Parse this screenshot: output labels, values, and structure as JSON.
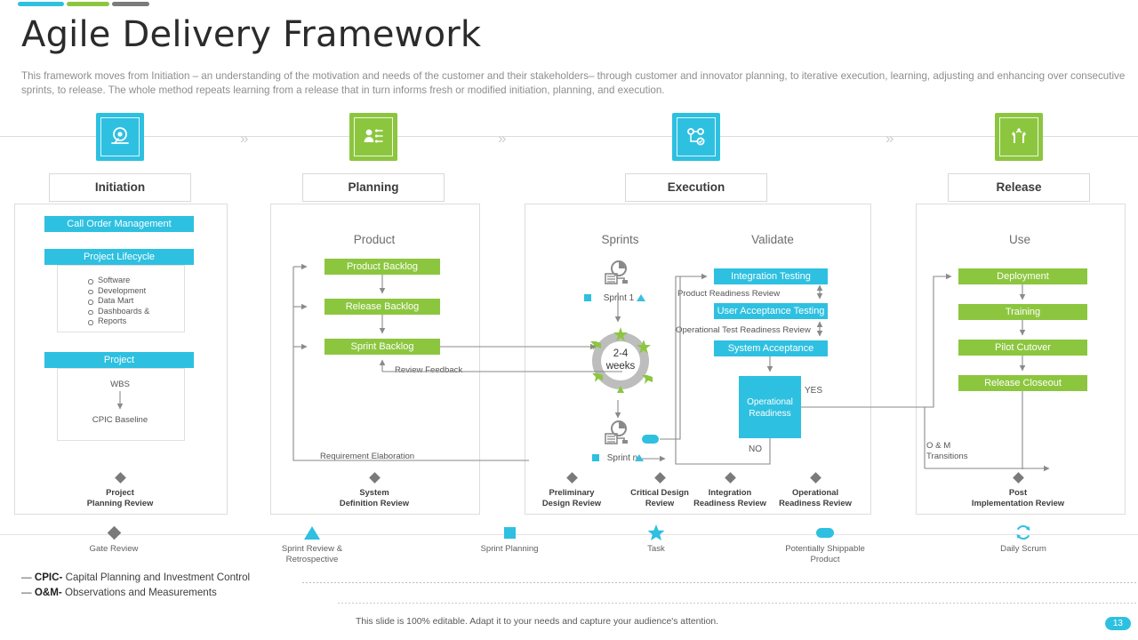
{
  "header": {
    "title": "Agile Delivery Framework",
    "subtitle": "This framework moves from Initiation  – an understanding of the motivation and needs of the customer and their stakeholders– through customer and innovator planning, to iterative execution, learning, adjusting and enhancing over consecutive sprints, to release. The whole method repeats learning from a release that in turn informs fresh or modified initiation,  planning,  and execution."
  },
  "colors": {
    "cyan": "#2ec0e0",
    "green": "#8cc63f",
    "gray": "#7b7b7b",
    "ring": "#bdbdbd",
    "text": "#4a4a4a"
  },
  "phases": [
    {
      "label": "Initiation",
      "color": "#2ec0e0",
      "icon": "initiation-icon"
    },
    {
      "label": "Planning",
      "color": "#8cc63f",
      "icon": "planning-icon"
    },
    {
      "label": "Execution",
      "color": "#2ec0e0",
      "icon": "execution-icon"
    },
    {
      "label": "Release",
      "color": "#8cc63f",
      "icon": "release-icon"
    }
  ],
  "chevrons": [
    "»",
    "»",
    "»"
  ],
  "initiation": {
    "call_order": "Call Order Management",
    "lifecycle_header": "Project Lifecycle",
    "lifecycle_items": [
      "Software",
      "Development",
      "Data Mart",
      "Dashboards &",
      "Reports"
    ],
    "project_header": "Project",
    "project_top": "WBS",
    "project_bottom": "CPIC Baseline",
    "gate": "Project\nPlanning Review",
    "gate_line1": "Project",
    "gate_line2": "Planning Review"
  },
  "planning": {
    "section_title": "Product",
    "backlogs": [
      "Product Backlog",
      "Release Backlog",
      "Sprint Backlog"
    ],
    "review_feedback": "Review Feedback",
    "requirement_elaboration": "Requirement Elaboration",
    "gate_line1": "System",
    "gate_line2": "Definition Review"
  },
  "execution": {
    "sprints_title": "Sprints",
    "sprint_first": "Sprint 1",
    "sprint_last": "Sprint n",
    "cycle_line1": "2-4",
    "cycle_line2": "weeks",
    "validate_title": "Validate",
    "validate_steps": [
      "Integration Testing",
      "User Acceptance Testing",
      "System Acceptance"
    ],
    "review_labels": [
      "Product Readiness Review",
      "Operational Test Readiness Review"
    ],
    "decision_line1": "Operational",
    "decision_line2": "Readiness",
    "yes_label": "YES",
    "no_label": "NO",
    "gates": [
      {
        "line1": "Preliminary",
        "line2": "Design Review"
      },
      {
        "line1": "Critical Design",
        "line2": "Review"
      },
      {
        "line1": "Integration",
        "line2": "Readiness Review"
      },
      {
        "line1": "Operational",
        "line2": "Readiness Review"
      }
    ]
  },
  "release": {
    "section_title": "Use",
    "steps": [
      "Deployment",
      "Training",
      "Pilot  Cutover",
      "Release Closeout"
    ],
    "om_line1": "O & M",
    "om_line2": "Transitions",
    "gate_line1": "Post",
    "gate_line2": "Implementation Review"
  },
  "legend": [
    {
      "glyph": "diamond",
      "label": "Gate Review",
      "color": "#7a7a7a"
    },
    {
      "glyph": "triangle",
      "label": "Sprint Review &\nRetrospective",
      "l1": "Sprint Review &",
      "l2": "Retrospective",
      "color": "#2ec0e0"
    },
    {
      "glyph": "square",
      "label": "Sprint Planning",
      "l1": "Sprint Planning",
      "l2": "",
      "color": "#2ec0e0"
    },
    {
      "glyph": "star",
      "label": "Task",
      "l1": "Task",
      "l2": "",
      "color": "#2ec0e0"
    },
    {
      "glyph": "pill",
      "label": "Potentially Shippable\nProduct",
      "l1": "Potentially Shippable",
      "l2": "Product",
      "color": "#2ec0e0"
    },
    {
      "glyph": "refresh",
      "label": "Daily Scrum",
      "l1": "Daily Scrum",
      "l2": "",
      "color": "#2ec0e0"
    }
  ],
  "footnotes": [
    {
      "dash": "—",
      "term": "CPIC-",
      "text": " Capital Planning and Investment Control"
    },
    {
      "dash": "—",
      "term": "O&M-",
      "text": " Observations and Measurements"
    }
  ],
  "footer": {
    "note": "This slide is 100% editable. Adapt it to your needs and capture your audience's attention.",
    "page": "13"
  }
}
